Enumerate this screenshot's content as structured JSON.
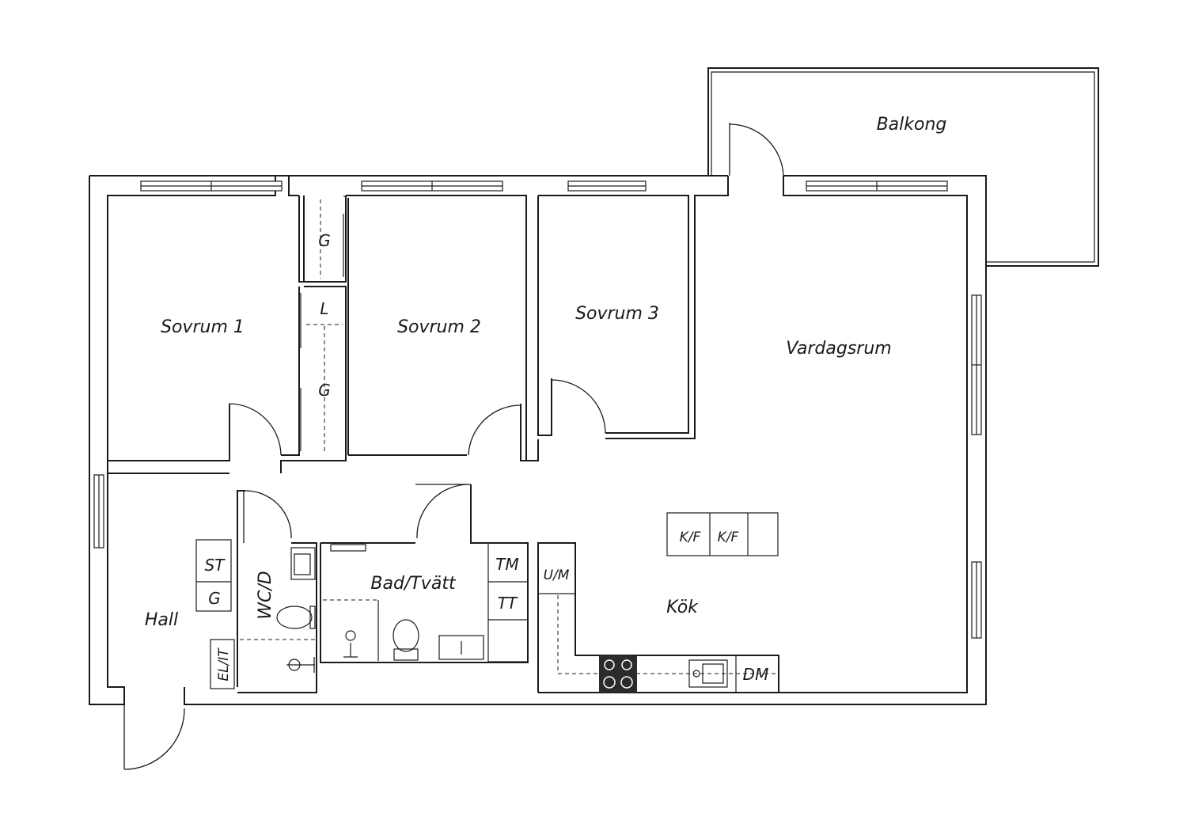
{
  "rooms": {
    "balkong": "Balkong",
    "sovrum1": "Sovrum 1",
    "sovrum2": "Sovrum 2",
    "sovrum3": "Sovrum 3",
    "vardagsrum": "Vardagsrum",
    "hall": "Hall",
    "wcd": "WC/D",
    "badtvatt": "Bad/Tvätt",
    "kok": "Kök"
  },
  "fixtures": {
    "g_top": "G",
    "l": "L",
    "g_mid": "G",
    "st": "ST",
    "g_hall": "G",
    "elit": "EL/IT",
    "tm": "TM",
    "tt": "TT",
    "um": "U/M",
    "kf1": "K/F",
    "kf2": "K/F",
    "dm": "DM"
  }
}
